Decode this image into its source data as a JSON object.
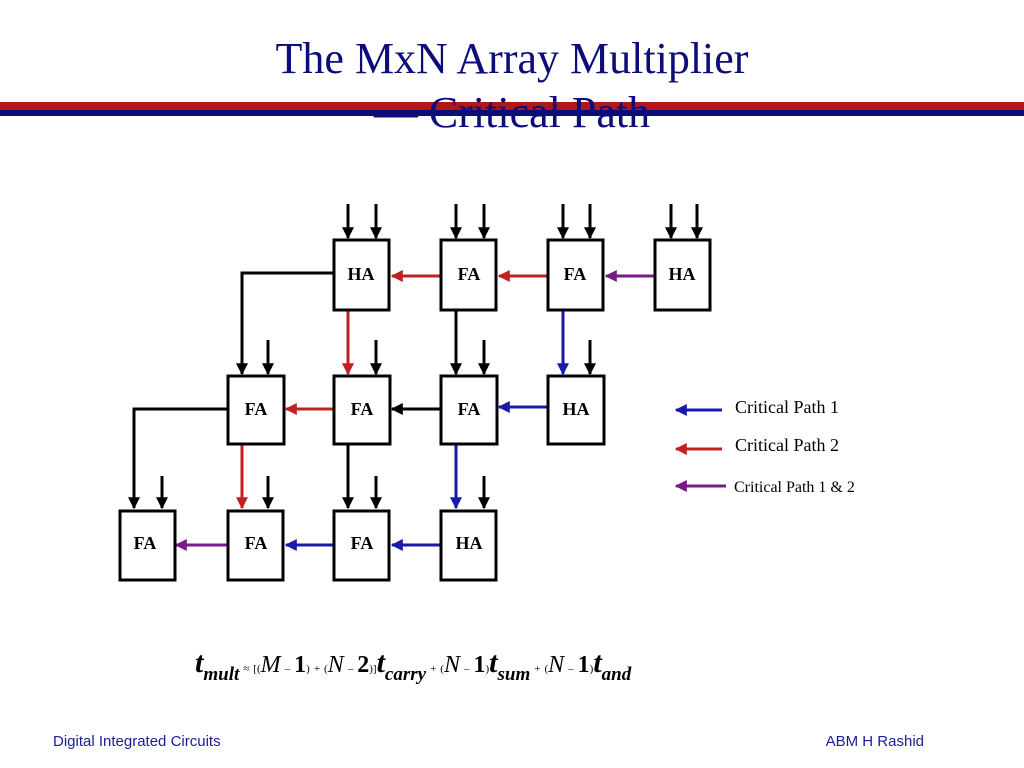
{
  "slide": {
    "title_line1": "The MxN Array Multiplier",
    "title_line2": "— Critical Path",
    "footer_left": "Digital Integrated Circuits",
    "footer_right": "ABM H Rashid"
  },
  "cells": [
    {
      "label": "HA"
    },
    {
      "label": "FA"
    },
    {
      "label": "FA"
    },
    {
      "label": "HA"
    },
    {
      "label": "FA"
    },
    {
      "label": "FA"
    },
    {
      "label": "FA"
    },
    {
      "label": "HA"
    },
    {
      "label": "FA"
    },
    {
      "label": "FA"
    },
    {
      "label": "FA"
    },
    {
      "label": "HA"
    }
  ],
  "legend": [
    {
      "label": "Critical Path 1",
      "color": "#1a1aa8"
    },
    {
      "label": "Critical Path 2",
      "color": "#c02020"
    },
    {
      "label": "Critical Path 1 & 2",
      "color": "#7a1a8a"
    }
  ],
  "colors": {
    "path1": "#1a1aa8",
    "path2": "#c02020",
    "path_both": "#7a1a8a",
    "title": "#0d0d7a",
    "band_red": "#b01818",
    "band_blue": "#0d0d7a"
  },
  "formula": {
    "t": "t",
    "mult": "mult",
    "approx": "≈",
    "lb": "[",
    "lp": "(",
    "rp": ")",
    "rb": "]",
    "plus": "+",
    "minus": "–",
    "M": "M",
    "N": "N",
    "one": "1",
    "two": "2",
    "carry": "carry",
    "sum": "sum",
    "and": "and"
  }
}
